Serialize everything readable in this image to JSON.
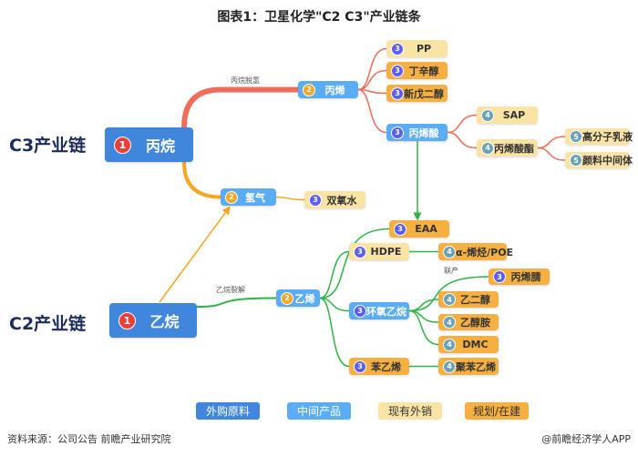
{
  "title": "图表1：卫星化学\"C2 C3\"产业链条",
  "chains": {
    "c3": "C3产业链",
    "c2": "C2产业链"
  },
  "edge_labels": {
    "propane_dehydro": "丙烷脱氢",
    "ethane_crack": "乙烷裂解",
    "coproduct": "联产"
  },
  "colors": {
    "purchased": "#3f86dc",
    "intermediate": "#5aacf5",
    "existing": "#f9e4a6",
    "planned": "#f5b041"
  },
  "nodes": [
    {
      "id": "propane",
      "level": "1",
      "label": "丙烷",
      "type": "purchased"
    },
    {
      "id": "ethane",
      "level": "1",
      "label": "乙烷",
      "type": "purchased"
    },
    {
      "id": "propylene",
      "level": "2",
      "label": "丙烯",
      "type": "intermediate"
    },
    {
      "id": "hydrogen",
      "level": "2",
      "label": "氢气",
      "type": "intermediate"
    },
    {
      "id": "ethylene",
      "level": "2",
      "label": "乙烯",
      "type": "intermediate"
    },
    {
      "id": "pp",
      "level": "3",
      "label": "PP",
      "type": "existing"
    },
    {
      "id": "octanol",
      "level": "3",
      "label": "丁辛醇",
      "type": "planned"
    },
    {
      "id": "npg",
      "level": "3",
      "label": "新戊二醇",
      "type": "planned"
    },
    {
      "id": "acrylic",
      "level": "3",
      "label": "丙烯酸",
      "type": "intermediate"
    },
    {
      "id": "sap",
      "level": "4",
      "label": "SAP",
      "type": "existing"
    },
    {
      "id": "acrylate",
      "level": "4",
      "label": "丙烯酸酯",
      "type": "existing"
    },
    {
      "id": "emulsion",
      "level": "5",
      "label": "高分子乳液",
      "type": "existing"
    },
    {
      "id": "pigment",
      "level": "5",
      "label": "颜料中间体",
      "type": "existing"
    },
    {
      "id": "h2o2",
      "level": "3",
      "label": "双氧水",
      "type": "existing"
    },
    {
      "id": "eaa",
      "level": "3",
      "label": "EAA",
      "type": "planned"
    },
    {
      "id": "hdpe",
      "level": "3",
      "label": "HDPE",
      "type": "existing"
    },
    {
      "id": "poe",
      "level": "4",
      "label": "α-烯烃/POE",
      "type": "planned"
    },
    {
      "id": "acrylonitrile",
      "level": "3",
      "label": "丙烯腈",
      "type": "planned"
    },
    {
      "id": "eo",
      "level": "3",
      "label": "环氧乙烷",
      "type": "intermediate"
    },
    {
      "id": "meg",
      "level": "4",
      "label": "乙二醇",
      "type": "planned"
    },
    {
      "id": "ethanolamine",
      "level": "4",
      "label": "乙醇胺",
      "type": "planned"
    },
    {
      "id": "dmc",
      "level": "4",
      "label": "DMC",
      "type": "planned"
    },
    {
      "id": "styrene",
      "level": "3",
      "label": "苯乙烯",
      "type": "planned"
    },
    {
      "id": "ps",
      "level": "4",
      "label": "聚苯乙烯",
      "type": "planned"
    }
  ],
  "legend": [
    {
      "label": "外购原料",
      "type": "purchased"
    },
    {
      "label": "中间产品",
      "type": "intermediate"
    },
    {
      "label": "现有外销",
      "type": "existing"
    },
    {
      "label": "规划/在建",
      "type": "planned"
    }
  ],
  "footer": {
    "source": "资料来源：公司公告 前瞻产业研究院",
    "credit": "@前瞻经济学人APP"
  }
}
